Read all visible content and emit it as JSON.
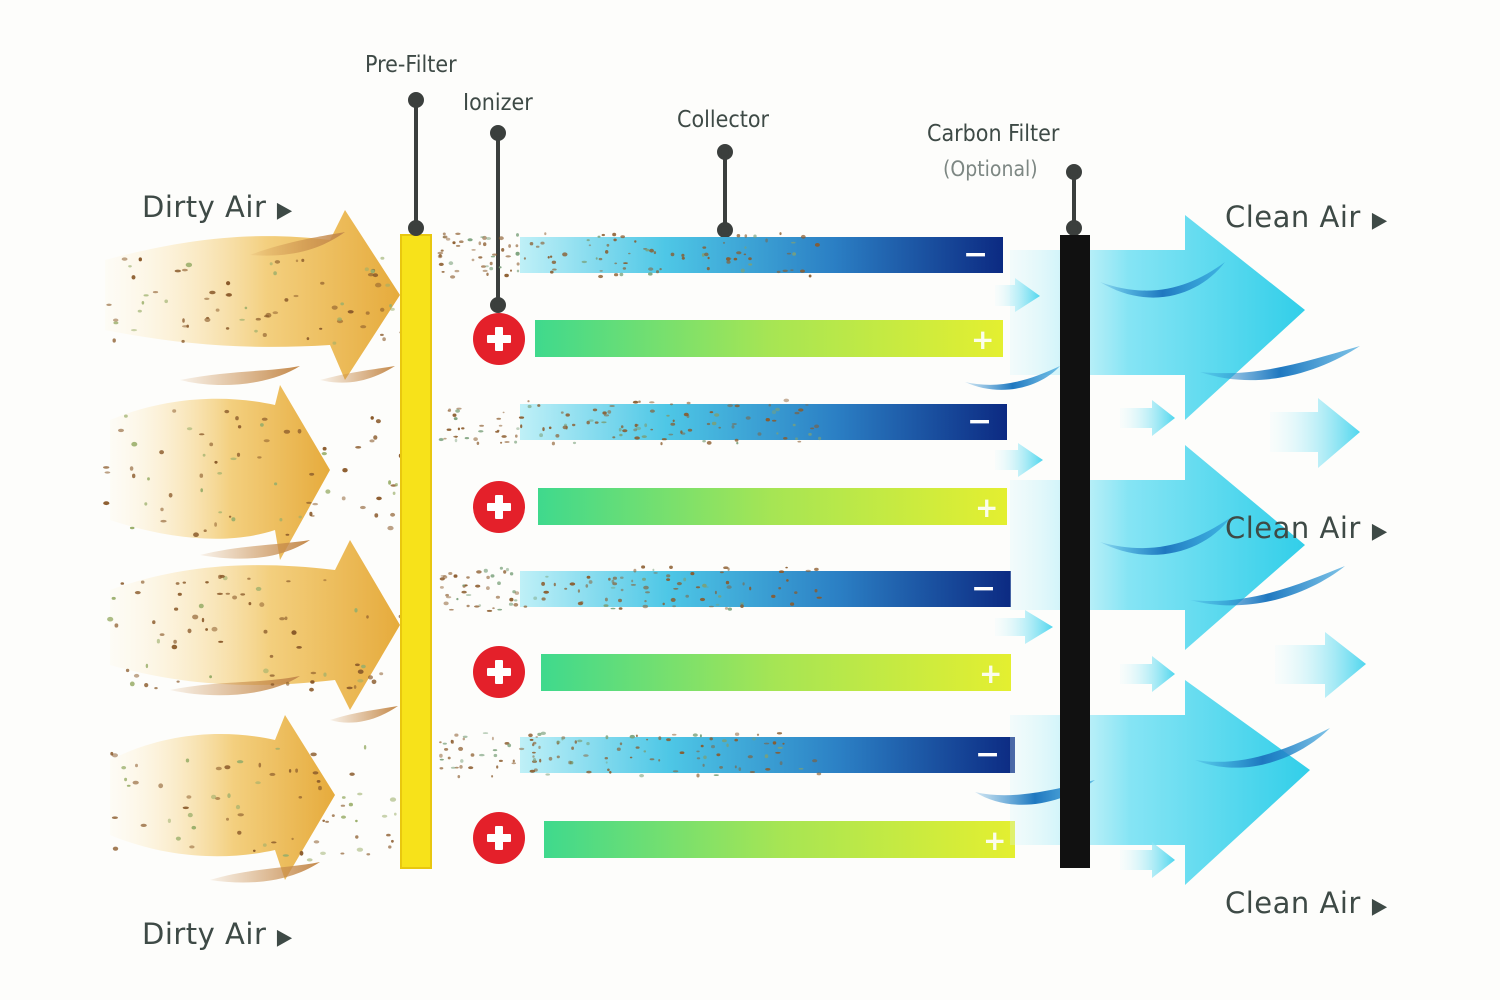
{
  "labels": {
    "dirty_air_top": "Dirty Air",
    "dirty_air_bottom": "Dirty Air",
    "clean_air_top": "Clean Air",
    "clean_air_middle": "Clean Air",
    "clean_air_bottom": "Clean Air",
    "pre_filter": "Pre-Filter",
    "ionizer": "Ionizer",
    "collector": "Collector",
    "carbon_filter": "Carbon Filter",
    "carbon_filter_note": "(Optional)"
  },
  "glyphs": {
    "flow_arrow": "▶",
    "minus": "−",
    "plus": "+"
  },
  "components": [
    {
      "name": "pre-filter",
      "color": "#f7e21a"
    },
    {
      "name": "ionizer",
      "color": "#e4202a"
    },
    {
      "name": "collector-negative-plate",
      "color_start": "#3ec0e8",
      "color_end": "#0d2f86"
    },
    {
      "name": "collector-positive-plate",
      "color_start": "#46db8a",
      "color_end": "#dcee35"
    },
    {
      "name": "carbon-filter",
      "color": "#111111"
    }
  ],
  "colors": {
    "dirty_air": "#e9b44c",
    "particles": "#8a5a2b",
    "clean_air": "#26d0ec",
    "text": "#3e4a46"
  }
}
